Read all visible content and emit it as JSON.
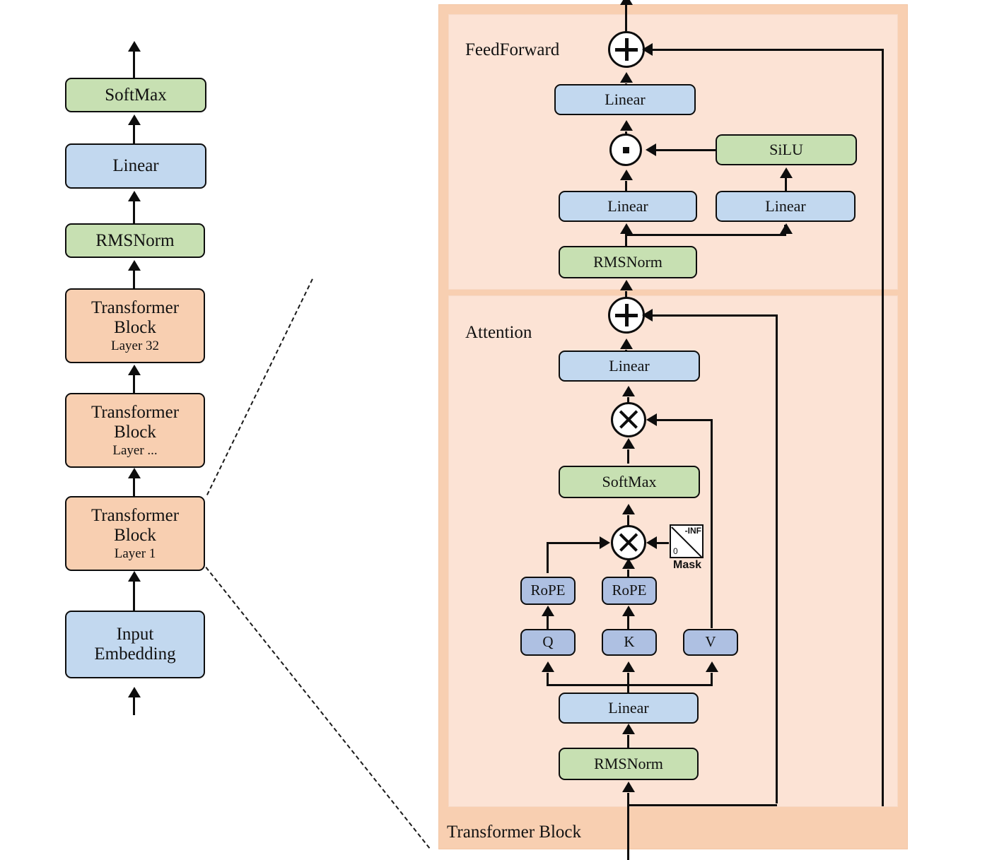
{
  "diagram": {
    "title": "Transformer (LLaMA-style) architecture",
    "colors": {
      "green": "#c7e0b2",
      "blue": "#c2d8ef",
      "blue_qkv": "#aec0e2",
      "orange": "#f8cfb1",
      "panel_inner": "#fce3d5",
      "stroke": "#0d0d0d",
      "background": "#ffffff"
    }
  },
  "stack": {
    "softmax": "SoftMax",
    "linear": "Linear",
    "rmsnorm": "RMSNorm",
    "block_top": {
      "name": "Transformer",
      "name2": "Block",
      "layer": "Layer 32"
    },
    "block_mid": {
      "name": "Transformer",
      "name2": "Block",
      "layer": "Layer ..."
    },
    "block_bottom": {
      "name": "Transformer",
      "name2": "Block",
      "layer": "Layer 1"
    },
    "input_embedding": {
      "line1": "Input",
      "line2": "Embedding"
    }
  },
  "detail": {
    "panel_label": "Transformer Block",
    "feedforward": {
      "label": "FeedForward",
      "add_op": "plus",
      "out_linear": "Linear",
      "mul_op": "dot",
      "silu": "SiLU",
      "gate_linear": "Linear",
      "up_linear": "Linear",
      "rmsnorm": "RMSNorm"
    },
    "attention": {
      "label": "Attention",
      "add_op": "plus",
      "out_linear": "Linear",
      "mul_av_op": "times",
      "softmax": "SoftMax",
      "mul_qk_op": "times",
      "mask": {
        "caption": "Mask",
        "low": "0",
        "high": "-INF"
      },
      "rope_q": "RoPE",
      "rope_k": "RoPE",
      "q": "Q",
      "k": "K",
      "v": "V",
      "qkv_linear": "Linear",
      "rmsnorm": "RMSNorm"
    }
  }
}
